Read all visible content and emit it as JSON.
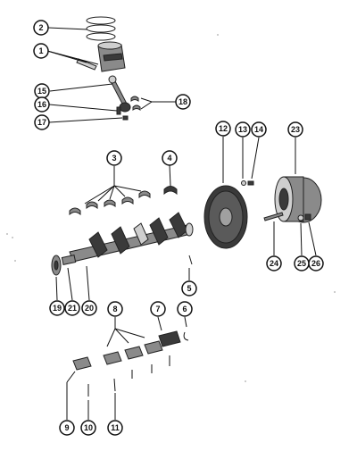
{
  "callouts": [
    {
      "id": "c1",
      "label": "1"
    },
    {
      "id": "c2",
      "label": "2"
    },
    {
      "id": "c3",
      "label": "3"
    },
    {
      "id": "c4",
      "label": "4"
    },
    {
      "id": "c5",
      "label": "5"
    },
    {
      "id": "c6",
      "label": "6"
    },
    {
      "id": "c7",
      "label": "7"
    },
    {
      "id": "c8",
      "label": "8"
    },
    {
      "id": "c9",
      "label": "9"
    },
    {
      "id": "c10",
      "label": "10"
    },
    {
      "id": "c11",
      "label": "11"
    },
    {
      "id": "c12",
      "label": "12"
    },
    {
      "id": "c13",
      "label": "13"
    },
    {
      "id": "c14",
      "label": "14"
    },
    {
      "id": "c15",
      "label": "15"
    },
    {
      "id": "c16",
      "label": "16"
    },
    {
      "id": "c17",
      "label": "17"
    },
    {
      "id": "c18",
      "label": "18"
    },
    {
      "id": "c19",
      "label": "19"
    },
    {
      "id": "c20",
      "label": "20"
    },
    {
      "id": "c21",
      "label": "21"
    },
    {
      "id": "c23",
      "label": "23"
    },
    {
      "id": "c24",
      "label": "24"
    },
    {
      "id": "c25",
      "label": "25"
    },
    {
      "id": "c26",
      "label": "26"
    }
  ]
}
